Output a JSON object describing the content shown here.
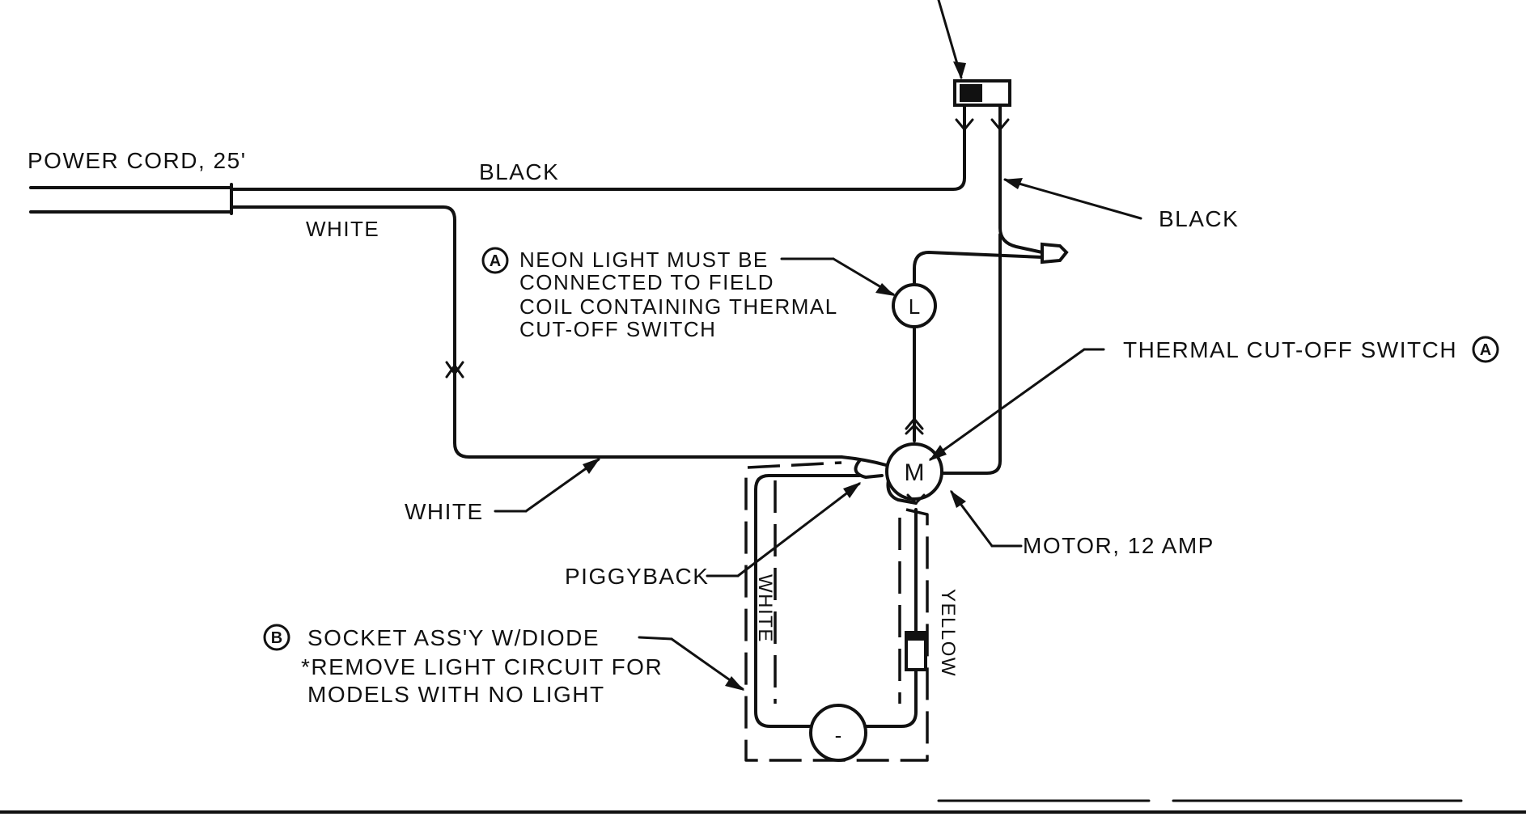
{
  "labels": {
    "power_cord": "POWER CORD, 25'",
    "black_top": "BLACK",
    "white_top": "WHITE",
    "black_right": "BLACK",
    "neon_note_1": "NEON LIGHT MUST BE",
    "neon_note_2": "CONNECTED TO FIELD",
    "neon_note_3": "COIL CONTAINING THERMAL",
    "neon_note_4": "CUT-OFF SWITCH",
    "thermal_switch": "THERMAL CUT-OFF SWITCH",
    "white_bottom": "WHITE",
    "motor": "MOTOR, 12 AMP",
    "piggyback": "PIGGYBACK",
    "white_vertical": "WHITE",
    "yellow_vertical": "YELLOW",
    "socket_note_1": "SOCKET ASS'Y W/DIODE",
    "socket_note_2": "*REMOVE LIGHT CIRCUIT FOR",
    "socket_note_3": "MODELS WITH NO LIGHT"
  },
  "markers": {
    "a": "A",
    "b": "B",
    "neon_symbol": "L",
    "motor_symbol": "M",
    "lamp_symbol": "-"
  }
}
